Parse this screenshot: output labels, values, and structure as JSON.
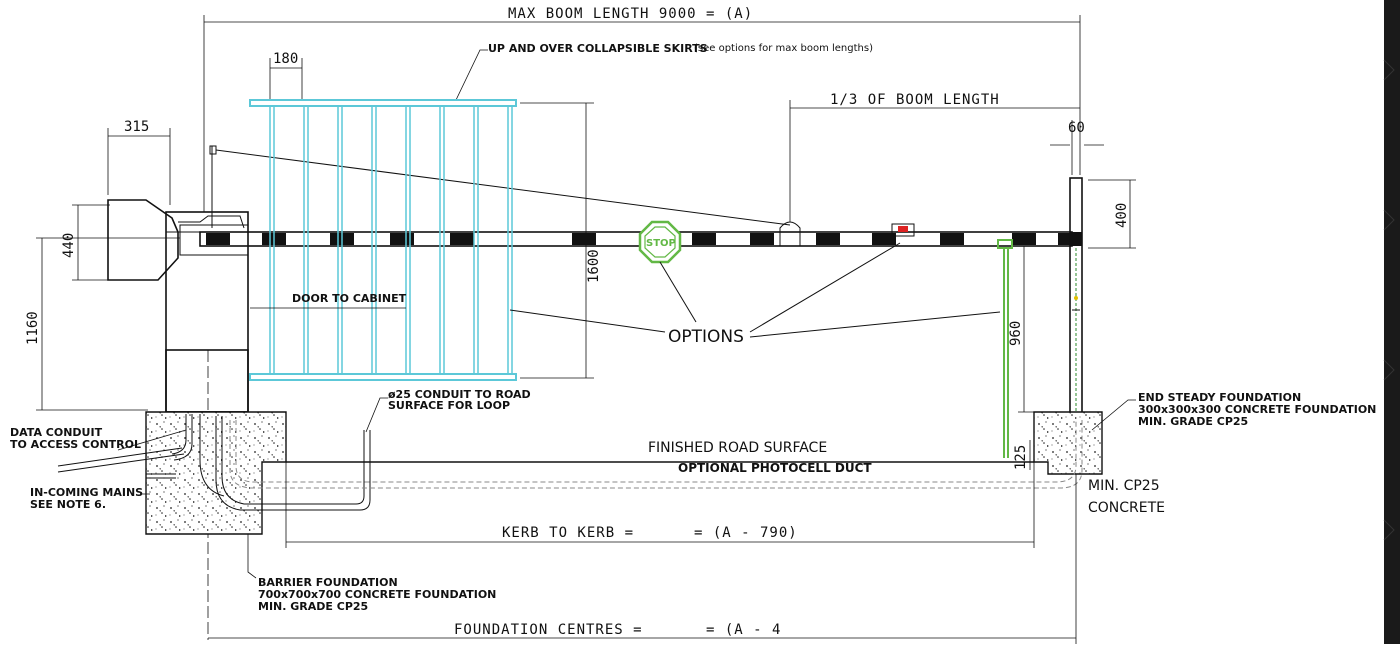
{
  "labels": {
    "max_boom_length": "MAX BOOM LENGTH 9000 = (A)",
    "skirts": "UP AND OVER COLLAPSIBLE SKIRTS",
    "skirts_note": "(see options for max boom lengths)",
    "third_boom": "1/3 OF BOOM LENGTH",
    "door_cabinet": "DOOR TO CABINET",
    "options": "OPTIONS",
    "stop": "STOP",
    "conduit_line1": "ø25 CONDUIT TO ROAD",
    "conduit_line2": "SURFACE FOR LOOP",
    "finished_road": "FINISHED ROAD SURFACE",
    "photocell_duct": "OPTIONAL PHOTOCELL DUCT",
    "data_conduit_1": "DATA CONDUIT",
    "data_conduit_2": "TO ACCESS CONTROL",
    "mains_1": "IN-COMING MAINS",
    "mains_2": "SEE NOTE 6.",
    "end_steady_1": "END STEADY FOUNDATION",
    "end_steady_2": "300x300x300 CONCRETE FOUNDATION",
    "end_steady_3": "MIN. GRADE CP25",
    "min_cp25_1": "MIN. CP25",
    "min_cp25_2": "CONCRETE",
    "kerb": "KERB TO KERB =",
    "kerb_val": "= (A - 790)",
    "barrier_found_1": "BARRIER FOUNDATION",
    "barrier_found_2": "700x700x700 CONCRETE FOUNDATION",
    "barrier_found_3": "MIN. GRADE CP25",
    "foundation_centres": "FOUNDATION CENTRES =",
    "foundation_val": "= (A - 4"
  },
  "dimensions": {
    "d180": "180",
    "d315": "315",
    "d60": "60",
    "d400": "400",
    "d440": "440",
    "d1160": "1160",
    "d1600": "1600",
    "d960": "960",
    "d125": "125"
  },
  "colors": {
    "skirt": "#5cc8d8",
    "option_green": "#62b845",
    "stop_red": "#d22",
    "line": "#111111",
    "side_panel": "#1a1a1a"
  }
}
